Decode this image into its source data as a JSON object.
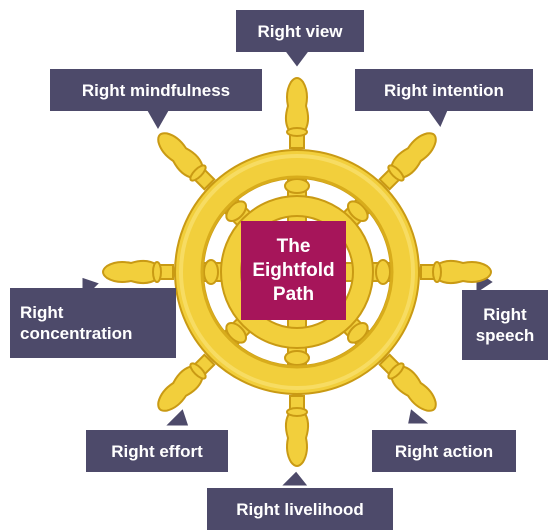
{
  "center_label": "The\nEightfold\nPath",
  "labels": {
    "view": "Right view",
    "intention": "Right intention",
    "speech": "Right\nspeech",
    "action": "Right action",
    "livelihood": "Right livelihood",
    "effort": "Right effort",
    "concentration": "Right\nconcentration",
    "mindfulness": "Right mindfulness"
  },
  "colors": {
    "label_bg": "#4d4a6a",
    "center_bg": "#a6155a",
    "wheel_gold": "#f2cf3c",
    "wheel_shadow": "#d8ac1c",
    "wheel_outline": "#c99a14"
  }
}
